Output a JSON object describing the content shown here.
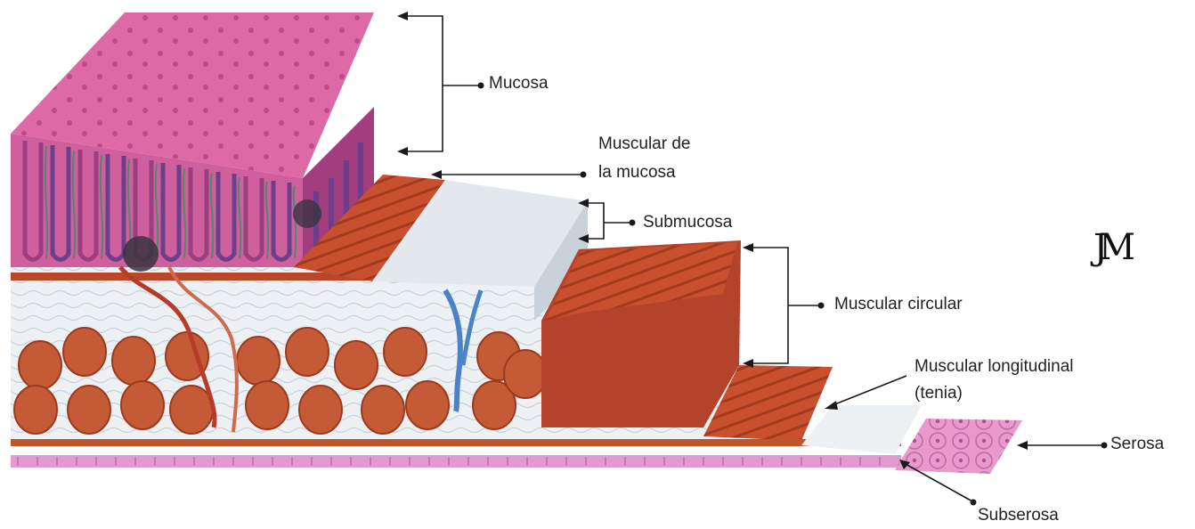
{
  "labels": {
    "mucosa": "Mucosa",
    "muscularis_mucosae_line1": "Muscular de",
    "muscularis_mucosae_line2": "la mucosa",
    "submucosa": "Submucosa",
    "circular": "Muscular circular",
    "longitudinal_line1": "Muscular longitudinal",
    "longitudinal_line2": "(tenia)",
    "serosa": "Serosa",
    "subserosa": "Subserosa"
  },
  "monogram": "JM",
  "colors": {
    "mucosa_top": "#d9609c",
    "mucosa_side": "#b8417f",
    "crypt": "#c85a9c",
    "gland_dark": "#6b3f8c",
    "connective": "#eef1f3",
    "submucosa_block": "#e4e9ee",
    "muscle": "#c8502e",
    "muscle_dark": "#a3391f",
    "serosa": "#e38fc4",
    "serosa_line": "#d074b6",
    "vein": "#4f86c6",
    "artery": "#c0492f",
    "line": "#1a1a1a"
  }
}
